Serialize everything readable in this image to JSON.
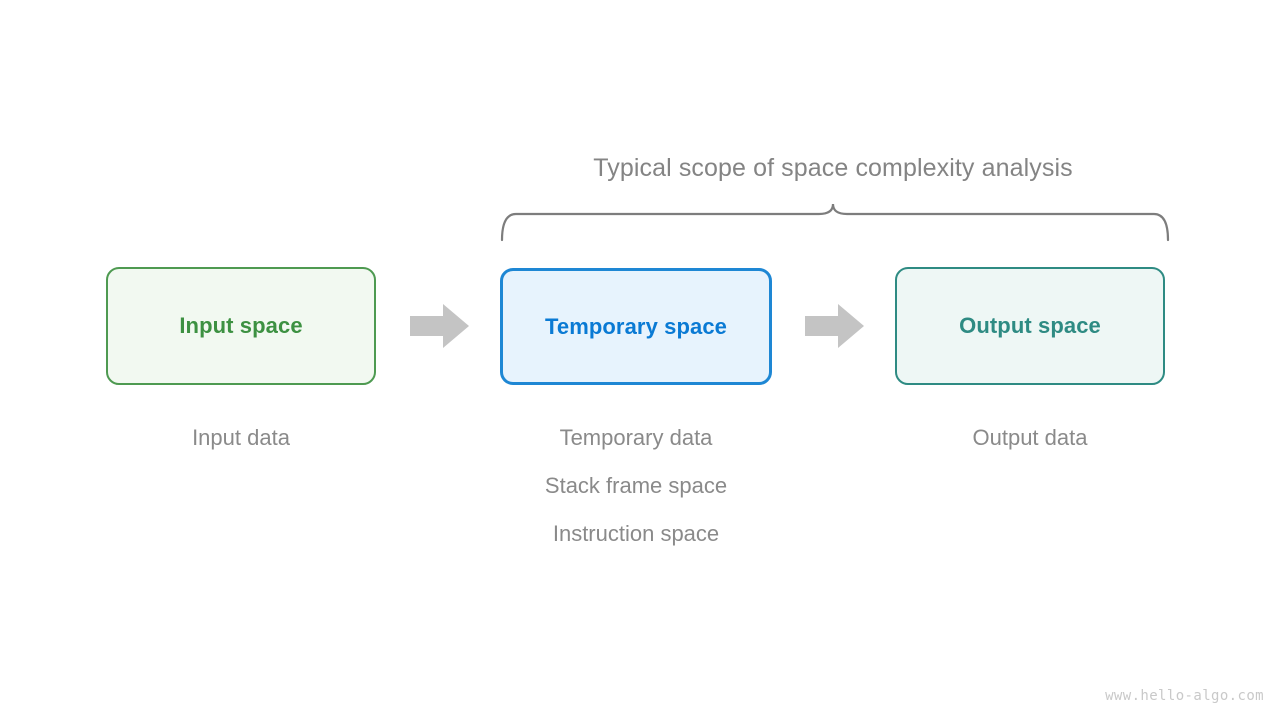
{
  "diagram": {
    "scope_title": "Typical scope of space complexity analysis",
    "watermark": "www.hello-algo.com",
    "colors": {
      "input_border": "#4e9a51",
      "input_fill": "#f2f9f1",
      "input_text": "#3d9142",
      "temporary_border": "#1e87d4",
      "temporary_fill": "#e7f3fd",
      "temporary_text": "#0a7ad4",
      "output_border": "#2e8b83",
      "output_fill": "#eef7f5",
      "output_text": "#2e8b83",
      "arrow": "#c4c4c4",
      "brace": "#7d7d7d",
      "caption_text": "#8a8a8a",
      "title_text": "#848484",
      "background": "#ffffff"
    },
    "stages": [
      {
        "id": "input",
        "box_label": "Input space",
        "captions": [
          "Input data"
        ],
        "in_scope": false
      },
      {
        "id": "temporary",
        "box_label": "Temporary space",
        "captions": [
          "Temporary data",
          "Stack frame space",
          "Instruction space"
        ],
        "in_scope": true
      },
      {
        "id": "output",
        "box_label": "Output space",
        "captions": [
          "Output data"
        ],
        "in_scope": true
      }
    ],
    "arrows": [
      {
        "id": "arrow-input-to-temporary",
        "icon": "right-arrow-icon"
      },
      {
        "id": "arrow-temporary-to-output",
        "icon": "right-arrow-icon"
      }
    ]
  }
}
